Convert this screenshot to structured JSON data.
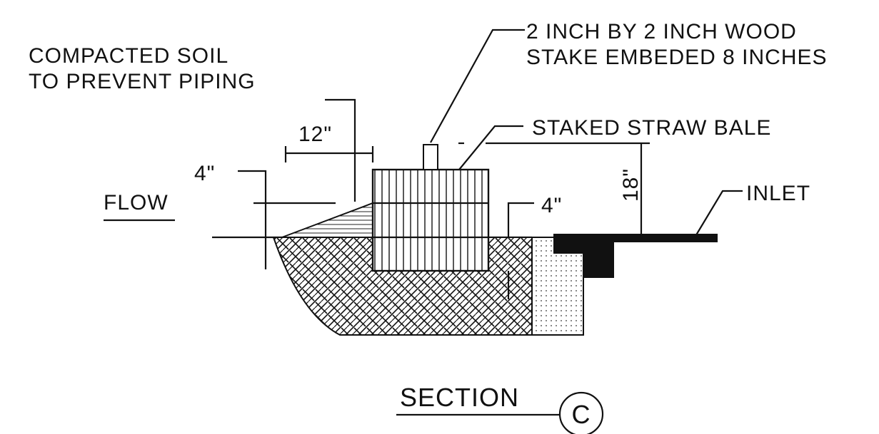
{
  "diagram": {
    "labels": {
      "compacted_soil_line1": "COMPACTED SOIL",
      "compacted_soil_line2": "TO PREVENT PIPING",
      "stake_line1": "2 INCH BY 2 INCH WOOD",
      "stake_line2": "STAKE EMBEDED 8 INCHES",
      "straw_bale": "STAKED STRAW BALE",
      "flow": "FLOW",
      "inlet": "INLET"
    },
    "dimensions": {
      "soil_width": "12\"",
      "soil_height": "4\"",
      "embed_depth": "4\"",
      "bale_height": "18\""
    },
    "section": {
      "title": "SECTION",
      "marker": "C"
    }
  }
}
